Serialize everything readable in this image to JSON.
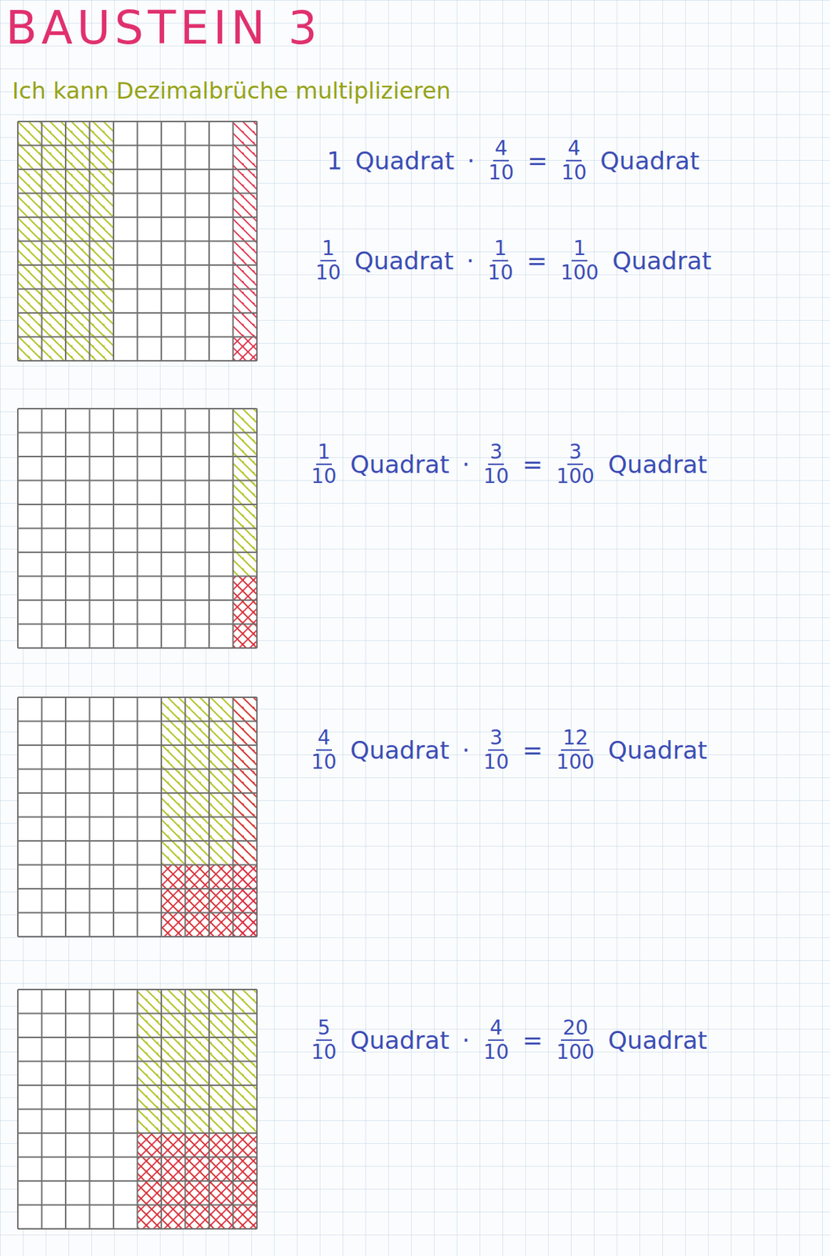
{
  "diagram": {
    "title": "BAUSTEIN 3",
    "labels": [
      "Ich kann Dezimalbrüche multiplizieren",
      "1",
      "Quadrat",
      "·",
      "4",
      "10",
      "=",
      "4",
      "10",
      "Quadrat",
      "1",
      "10",
      "Quadrat",
      "·",
      "1",
      "10",
      "=",
      "1",
      "100",
      "Quadrat",
      "1",
      "10",
      "Quadrat",
      "·",
      "3",
      "10",
      "=",
      "3",
      "100",
      "Quadrat",
      "4",
      "10",
      "Quadrat",
      "·",
      "3",
      "10",
      "=",
      "12",
      "100",
      "Quadrat",
      "5",
      "10",
      "Quadrat",
      "·",
      "4",
      "10",
      "=",
      "20",
      "100",
      "Quadrat"
    ]
  }
}
